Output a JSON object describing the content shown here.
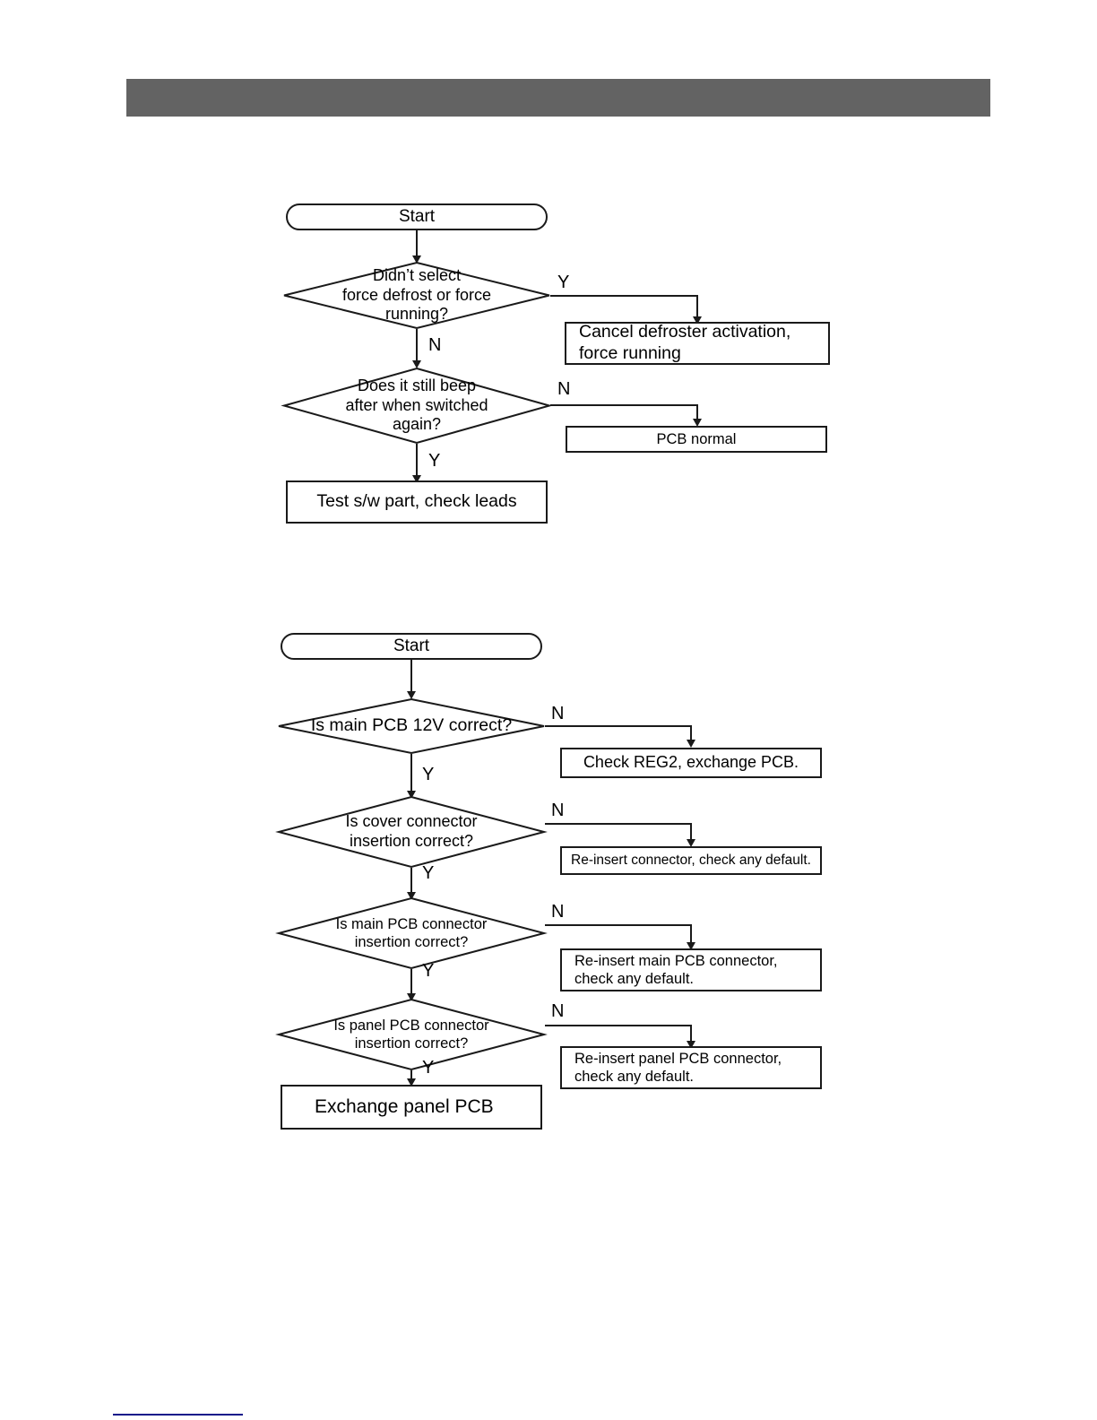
{
  "page": {
    "header_bar_color": "#636363",
    "footer_rule_color": "#11168a",
    "line_color": "#1a1a1a",
    "background": "#ffffff"
  },
  "flowcharts": [
    {
      "id": "beep-diagnosis",
      "start_label": "Start",
      "decisions": [
        {
          "id": "didnt-select-force",
          "text_lines": [
            "Didn’t select",
            "force defrost or force",
            "running?"
          ],
          "right_branch_label": "Y",
          "down_branch_label": "N"
        },
        {
          "id": "still-beep",
          "text_lines": [
            "Does it still beep",
            "after when switched",
            "again?"
          ],
          "right_branch_label": "N",
          "down_branch_label": "Y"
        }
      ],
      "outcomes": [
        {
          "id": "cancel-defroster",
          "text_lines": [
            "Cancel defroster activation,",
            "force running"
          ],
          "align": "left"
        },
        {
          "id": "pcb-normal",
          "text_lines": [
            "PCB normal"
          ],
          "align": "center"
        },
        {
          "id": "test-sw-part",
          "text_lines": [
            "Test s/w part, check leads"
          ],
          "align": "center"
        }
      ]
    },
    {
      "id": "pcb-connector-diagnosis",
      "start_label": "Start",
      "decisions": [
        {
          "id": "main-pcb-12v",
          "text_lines": [
            "Is main PCB 12V correct?"
          ],
          "right_branch_label": "N",
          "down_branch_label": "Y"
        },
        {
          "id": "cover-connector",
          "text_lines": [
            "Is cover connector",
            "insertion correct?"
          ],
          "right_branch_label": "N",
          "down_branch_label": "Y"
        },
        {
          "id": "main-pcb-connector",
          "text_lines": [
            "Is main PCB connector",
            "insertion correct?"
          ],
          "right_branch_label": "N",
          "down_branch_label": "Y"
        },
        {
          "id": "panel-pcb-connector",
          "text_lines": [
            "Is panel PCB connector",
            "insertion correct?"
          ],
          "right_branch_label": "N",
          "down_branch_label": "Y"
        }
      ],
      "outcomes": [
        {
          "id": "check-reg2",
          "text_lines": [
            "Check REG2, exchange PCB."
          ],
          "align": "center"
        },
        {
          "id": "reinsert-connector",
          "text_lines": [
            "Re-insert connector, check any default."
          ],
          "align": "center"
        },
        {
          "id": "reinsert-main-pcb-connector",
          "text_lines": [
            "Re-insert main PCB connector,",
            "check any default."
          ],
          "align": "left"
        },
        {
          "id": "reinsert-panel-pcb-connector",
          "text_lines": [
            "Re-insert panel PCB connector,",
            "check any default."
          ],
          "align": "left"
        },
        {
          "id": "exchange-panel-pcb",
          "text_lines": [
            "Exchange panel PCB"
          ],
          "align": "left"
        }
      ]
    }
  ]
}
